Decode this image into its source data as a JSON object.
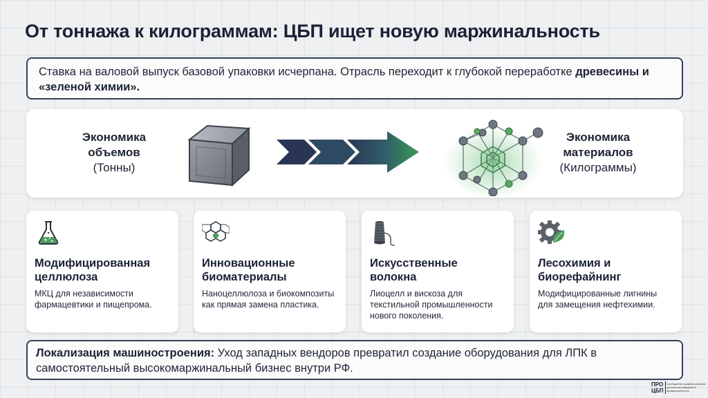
{
  "title": "От тоннажа к килограммам: ЦБП ищет новую маржинальность",
  "intro": {
    "text": "Ставка на валовой выпуск базовой упаковки исчерпана. Отрасль переходит к глубокой переработке ",
    "bold": "древесины и «зеленой химии»."
  },
  "band": {
    "left": {
      "title_line1": "Экономика",
      "title_line2": "объемов",
      "sub": "(Тонны)"
    },
    "right": {
      "title_line1": "Экономика",
      "title_line2": "материалов",
      "sub": "(Килограммы)"
    },
    "icons": {
      "left": "cube-icon",
      "middle": "arrow-right-icon",
      "right": "molecule-icon"
    }
  },
  "cards": [
    {
      "icon": "flask-icon",
      "title": "Модифицированная целлюлоза",
      "text": "МКЦ для независимости фармацевтики и пищепрома."
    },
    {
      "icon": "hexagon-network-icon",
      "title": "Инновационные биоматериалы",
      "text": "Наноцеллюлоза и биокомпозиты как прямая замена пластика."
    },
    {
      "icon": "thread-spool-icon",
      "title": "Искусственные волокна",
      "text": "Лиоцелл и вискоза для текстильной промышленности нового поколения."
    },
    {
      "icon": "gear-leaf-icon",
      "title": "Лесохимия и биорефайнинг",
      "text": "Модифицированные лигнины для замещения нефтехимии."
    }
  ],
  "footer": {
    "bold": "Локализация машиностроения:",
    "text": " Уход западных вендоров превратил создание оборудования для ЛПК в самостоятельный высокомаржинальный бизнес внутри РФ."
  },
  "logo": {
    "line1": "ПРО",
    "line2": "ЦБП",
    "caption": "Сообщество профессионалов целлюлозно-бумажной промышленности"
  },
  "colors": {
    "navy": "#1a2236",
    "arrow_start": "#2a3556",
    "arrow_end": "#3c9a55",
    "glow": "#6cc27a"
  }
}
